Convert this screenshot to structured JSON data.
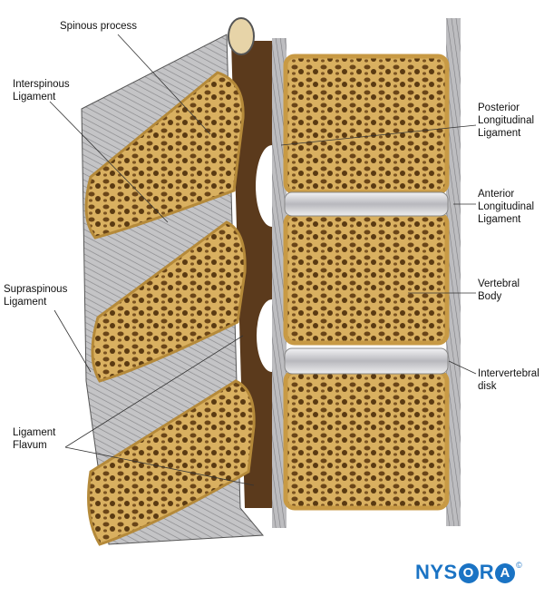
{
  "labels": {
    "spinous_process": "Spinous process",
    "interspinous_ligament": "Interspinous\nLigament",
    "supraspinous_ligament": "Supraspinous\nLigament",
    "ligament_flavum": "Ligament\nFlavum",
    "posterior_longitudinal_ligament": "Posterior\nLongitudinal\nLigament",
    "anterior_longitudinal_ligament": "Anterior\nLongitudinal\nLigament",
    "vertebral_body": "Vertebral\nBody",
    "intervertebral_disk": "Intervertebral\ndisk"
  },
  "brand": {
    "before": "NYS",
    "ring_letter": "O",
    "after": "R",
    "ring2_letter": "A",
    "mark": "©"
  },
  "colors": {
    "bone": "#e6c27a",
    "bone_pore": "#5a3a12",
    "ligament_gray": "#b9b9bb",
    "ligament_dark": "#6d6d70",
    "flavum_brown": "#5b3a1c",
    "disk": "#d9d9dd",
    "brand_blue": "#1a73c4"
  }
}
